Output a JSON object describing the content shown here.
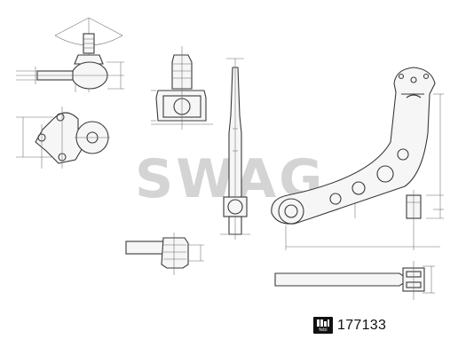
{
  "watermark": {
    "text": "SWAG"
  },
  "brand_logo": {
    "name": "febi-logo-icon",
    "text": "febi"
  },
  "part_number": "177133"
}
